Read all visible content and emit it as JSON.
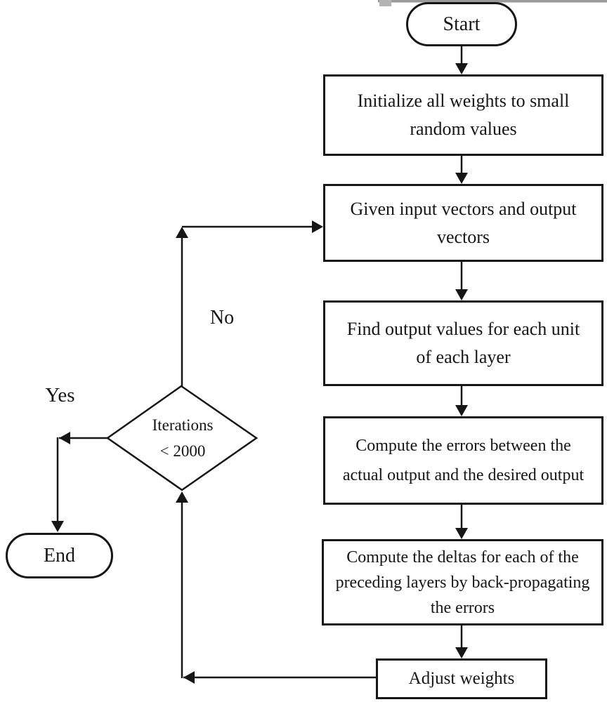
{
  "flowchart": {
    "nodes": {
      "start": "Start",
      "initialize": "Initialize all weights to small\nrandom values",
      "given": "Given input vectors and output\nvectors",
      "find": "Find output values for each unit\nof each layer",
      "errors": "Compute the errors between the\nactual output and the desired output",
      "deltas": "Compute the deltas for each of the\npreceding layers by back-propagating\nthe errors",
      "adjust": "Adjust weights",
      "decision": "Iterations\n< 2000",
      "end": "End"
    },
    "edge_labels": {
      "yes": "Yes",
      "no": "No"
    },
    "colors": {
      "line": "#161616",
      "background": "#ffffff"
    }
  }
}
